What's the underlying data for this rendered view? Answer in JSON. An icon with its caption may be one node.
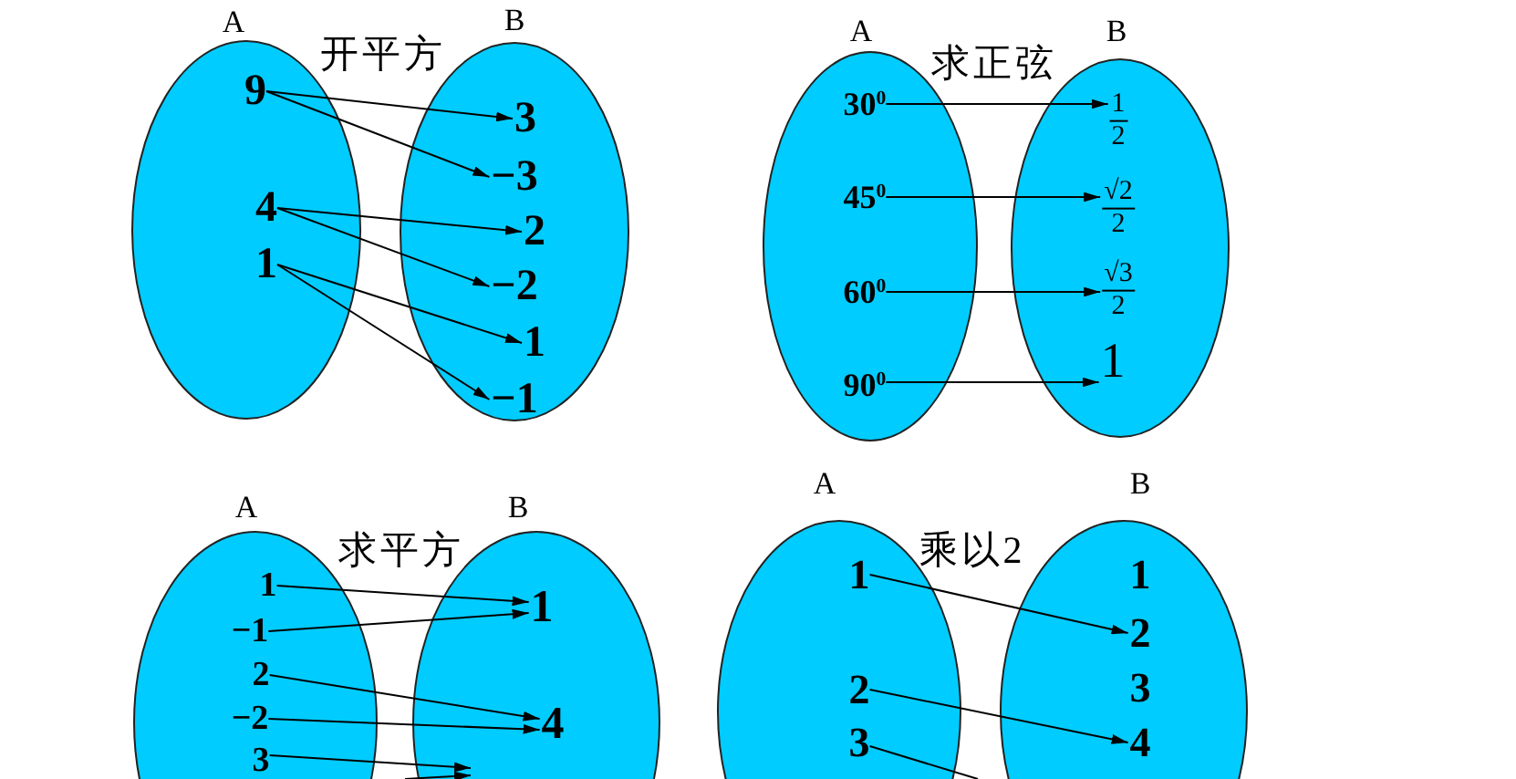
{
  "diagram": {
    "nodes": [
      {
        "text": [
          "A"
        ]
      },
      {
        "text": [
          "9"
        ],
        "in": 0
      },
      {
        "text": [
          "4"
        ],
        "in": 0
      },
      {
        "text": [
          "1"
        ],
        "in": 0
      },
      {
        "text": [
          "B"
        ]
      },
      {
        "text": [
          "3"
        ],
        "in": 4
      },
      {
        "text": [
          "−3"
        ],
        "in": 4
      },
      {
        "text": [
          "2"
        ],
        "in": 4
      },
      {
        "text": [
          "−2"
        ],
        "in": 4
      },
      {
        "text": [
          "1"
        ],
        "in": 4
      },
      {
        "text": [
          "−1"
        ],
        "in": 4
      },
      {
        "text": [
          "A"
        ]
      },
      {
        "text": [
          "30$^{0}$"
        ],
        "in": 11
      },
      {
        "text": [
          "45$^{0}$"
        ],
        "in": 11
      },
      {
        "text": [
          "60$^{0}$"
        ],
        "in": 11
      },
      {
        "text": [
          "90$^{0}$"
        ],
        "in": 11
      },
      {
        "text": [
          "B"
        ]
      },
      {
        "text": [
          "1",
          "2"
        ],
        "in": 16
      },
      {
        "text": [
          "√2",
          "2"
        ],
        "in": 16
      },
      {
        "text": [
          "√3",
          "2"
        ],
        "in": 16
      },
      {
        "text": [
          "1"
        ],
        "in": 16
      },
      {
        "text": [
          "A"
        ]
      },
      {
        "text": [
          "1"
        ],
        "in": 21
      },
      {
        "text": [
          "−1"
        ],
        "in": 21
      },
      {
        "text": [
          "2"
        ],
        "in": 21
      },
      {
        "text": [
          "−2"
        ],
        "in": 21
      },
      {
        "text": [
          "3"
        ],
        "in": 21
      },
      {
        "text": [
          "B"
        ]
      },
      {
        "text": [
          "1"
        ],
        "in": 27
      },
      {
        "text": [
          "4"
        ],
        "in": 27
      },
      {
        "text": [
          "A"
        ]
      },
      {
        "text": [
          "1"
        ],
        "in": 30
      },
      {
        "text": [
          "2"
        ],
        "in": 30
      },
      {
        "text": [
          "3"
        ],
        "in": 30
      },
      {
        "text": [
          "B"
        ]
      },
      {
        "text": [
          "1"
        ],
        "in": 34
      },
      {
        "text": [
          "2"
        ],
        "in": 34
      },
      {
        "text": [
          "3"
        ],
        "in": 34
      },
      {
        "text": [
          "4"
        ],
        "in": 34
      }
    ],
    "edges": [
      {
        "from": 1,
        "to": 5,
        "arrow": "to"
      },
      {
        "from": 1,
        "to": 6,
        "arrow": "to"
      },
      {
        "from": 2,
        "to": 7,
        "arrow": "to"
      },
      {
        "from": 2,
        "to": 8,
        "arrow": "to"
      },
      {
        "from": 3,
        "to": 9,
        "arrow": "to"
      },
      {
        "from": 3,
        "to": 10,
        "arrow": "to"
      },
      {
        "from": 12,
        "to": 17,
        "arrow": "to"
      },
      {
        "from": 13,
        "to": 18,
        "arrow": "to"
      },
      {
        "from": 14,
        "to": 19,
        "arrow": "to"
      },
      {
        "from": 15,
        "to": 20,
        "arrow": "to"
      },
      {
        "from": 22,
        "to": 28,
        "arrow": "to"
      },
      {
        "from": 23,
        "to": 28,
        "arrow": "to"
      },
      {
        "from": 24,
        "to": 29,
        "arrow": "to"
      },
      {
        "from": 25,
        "to": 29,
        "arrow": "to"
      },
      {
        "from": 26,
        "to": null,
        "arrow": "to"
      },
      {
        "from": 31,
        "to": 36,
        "arrow": "to"
      },
      {
        "from": 32,
        "to": 38,
        "arrow": "to"
      },
      {
        "from": 33,
        "to": null,
        "arrow": "none"
      }
    ],
    "labels": [
      "开平方",
      "求正弦",
      "求平方",
      "乘以2"
    ]
  }
}
